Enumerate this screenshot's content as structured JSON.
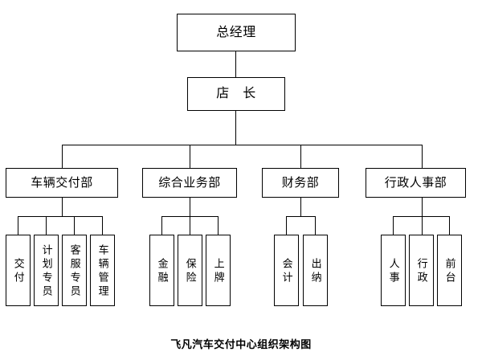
{
  "chart": {
    "caption": "飞凡汽车交付中心组织架构图",
    "type": "org-chart",
    "line_color": "#000000",
    "box_fill": "#ffffff",
    "text_color": "#000000"
  },
  "levels": {
    "level1": {
      "label": "总经理"
    },
    "level2": {
      "label": "店　长"
    }
  },
  "departments": [
    {
      "label": "车辆交付部",
      "children": [
        {
          "label": "交付"
        },
        {
          "label": "计划专员"
        },
        {
          "label": "客服专员"
        },
        {
          "label": "车辆管理"
        }
      ]
    },
    {
      "label": "综合业务部",
      "children": [
        {
          "label": "金融"
        },
        {
          "label": "保险"
        },
        {
          "label": "上牌"
        }
      ]
    },
    {
      "label": "财务部",
      "children": [
        {
          "label": "会计"
        },
        {
          "label": "出纳"
        }
      ]
    },
    {
      "label": "行政人事部",
      "children": [
        {
          "label": "人事"
        },
        {
          "label": "行政"
        },
        {
          "label": "前台"
        }
      ]
    }
  ]
}
